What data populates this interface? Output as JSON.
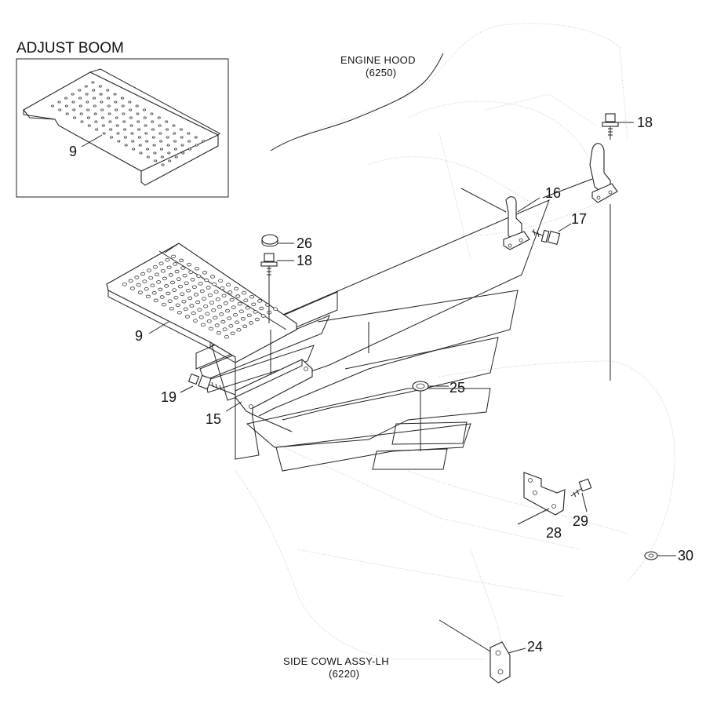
{
  "inset": {
    "title": "ADJUST BOOM"
  },
  "captions": {
    "engine_hood": "ENGINE HOOD",
    "engine_hood_code": "(6250)",
    "side_cowl": "SIDE COWL ASSY-LH",
    "side_cowl_code": "(6220)"
  },
  "callouts": {
    "c9_inset": "9",
    "c26": "26",
    "c18_upper": "18",
    "c18_center": "18",
    "c16": "16",
    "c17": "17",
    "c9_main": "9",
    "c19": "19",
    "c15": "15",
    "c25": "25",
    "c28": "28",
    "c29": "29",
    "c30": "30",
    "c24": "24"
  }
}
